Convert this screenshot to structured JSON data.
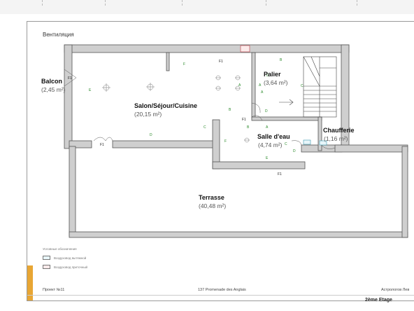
{
  "sheet": {
    "title": "Вентиляция",
    "footer_left": "Проект №11",
    "footer_center": "137 Promenade des Anglais",
    "footer_right": "Астрологов Лев",
    "etage": "2ème Etage"
  },
  "legend": {
    "title": "Условные обозначения",
    "exhaust": "Воздуховод вытяжной",
    "supply": "Воздуховод приточный"
  },
  "rooms": {
    "balcon": {
      "name": "Balcon",
      "area": "(2,45 m²)"
    },
    "salon": {
      "name": "Salon/Séjour/Cuisine",
      "area": "(20,15 m²)"
    },
    "palier": {
      "name": "Palier",
      "area": "(3,64 m²)"
    },
    "salle": {
      "name": "Salle d'eau",
      "area": "(4,74 m²)"
    },
    "chaufferie": {
      "name": "Chaufferie",
      "area": "(1,16 m²)"
    },
    "terrasse": {
      "name": "Terrasse",
      "area": "(40,48 m²)"
    }
  },
  "colors": {
    "wall": "#cfcfcf",
    "wall_edge": "#555555",
    "green_tag": "#2a8a2a",
    "accent": "#e8a634"
  }
}
